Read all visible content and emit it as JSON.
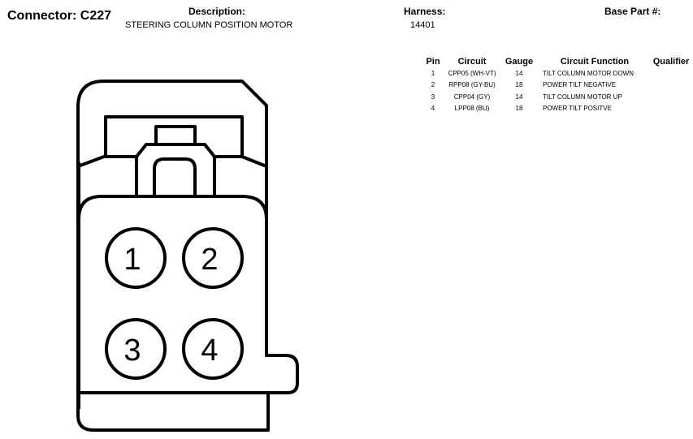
{
  "header": {
    "connector_title": "Connector: C227",
    "description_label": "Description:",
    "description_value": "STEERING COLUMN POSITION MOTOR",
    "harness_label": "Harness:",
    "harness_value": "14401",
    "base_part_label": "Base Part #:"
  },
  "table": {
    "columns": [
      "Pin",
      "Circuit",
      "Gauge",
      "Circuit Function",
      "Qualifier"
    ],
    "rows": [
      {
        "pin": "1",
        "circuit": "CPP05 (WH-VT)",
        "gauge": "14",
        "function": "TILT COLUMN MOTOR DOWN",
        "qualifier": ""
      },
      {
        "pin": "2",
        "circuit": "RPP08 (GY-BU)",
        "gauge": "18",
        "function": "POWER TILT NEGATIVE",
        "qualifier": ""
      },
      {
        "pin": "3",
        "circuit": "CPP04 (GY)",
        "gauge": "14",
        "function": "TILT COLUMN MOTOR UP",
        "qualifier": ""
      },
      {
        "pin": "4",
        "circuit": "LPP08 (BU)",
        "gauge": "18",
        "function": "POWER TILT POSITVE",
        "qualifier": ""
      }
    ]
  },
  "connector": {
    "pins": [
      "1",
      "2",
      "3",
      "4"
    ],
    "stroke_color": "#000000"
  }
}
